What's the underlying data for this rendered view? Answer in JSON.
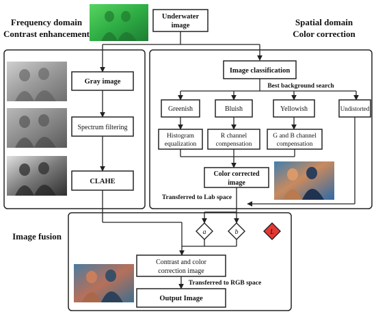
{
  "headings": {
    "frequency_line1": "Frequency domain",
    "frequency_line2": "Contrast enhancement",
    "spatial_line1": "Spatial domain",
    "spatial_line2": "Color correction",
    "fusion": "Image fusion"
  },
  "nodes": {
    "underwater_line1": "Underwater",
    "underwater_line2": "image",
    "gray_image": "Gray image",
    "spectrum_filtering": "Spectrum filtering",
    "clahe": "CLAHE",
    "image_classification": "Image classification",
    "best_background_search": "Best background search",
    "greenish": "Greenish",
    "bluish": "Bluish",
    "yellowish": "Yellowish",
    "undistorted": "Undistorted",
    "histogram_line1": "Histogram",
    "histogram_line2": "equalization",
    "r_channel_line1": "R channel",
    "r_channel_line2": "compensation",
    "gb_channel_line1": "G and B channel",
    "gb_channel_line2": "compensation",
    "color_corrected_line1": "Color corrected",
    "color_corrected_line2": "image",
    "transferred_lab": "Transferred to Lab space",
    "diamond_a": "a",
    "diamond_b": "b",
    "diamond_l": "L",
    "contrast_color_line1": "Contrast and color",
    "contrast_color_line2": "correction image",
    "transferred_rgb": "Transferred to RGB space",
    "output_image": "Output Image"
  },
  "colors": {
    "line": "#222222",
    "underwater_photo": "#2fae45",
    "gray_photo": "#8c8c8c",
    "l_diamond": "#e53935"
  }
}
